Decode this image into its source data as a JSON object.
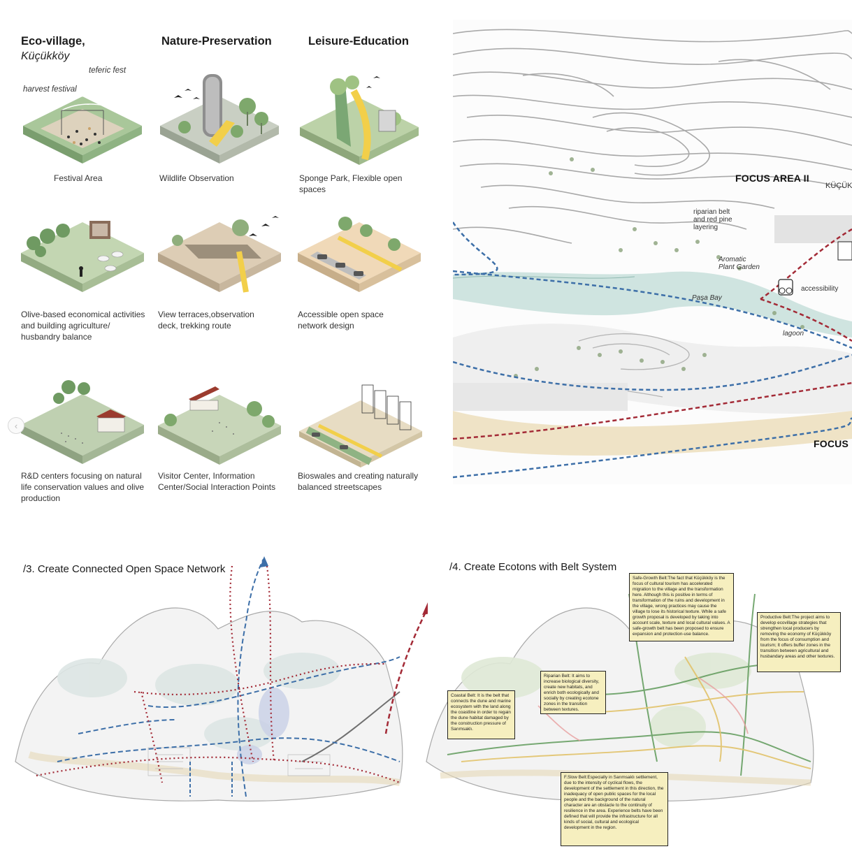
{
  "columns": {
    "eco_village": {
      "title": "Eco-village,",
      "subtitle": "Küçükköy"
    },
    "nature_preservation": {
      "title": "Nature-Preservation"
    },
    "leisure_education": {
      "title": "Leisure-Education"
    }
  },
  "float_labels": {
    "teferic_fest": "teferic fest",
    "harvest_festival": "harvest festival"
  },
  "captions": [
    "Festival Area",
    "Wildlife Observation",
    "Sponge Park, Flexible open spaces",
    "Olive-based economical activities and building agriculture/ husbandry balance",
    "View terraces,observation deck, trekking route",
    "Accessible open space network design",
    "R&D centers focusing on natural life conservation values and olive production",
    "Visitor Center, Information Center/Social Interaction Points",
    "Bioswales and creating naturally balanced streetscapes"
  ],
  "nav": {
    "prev": "‹",
    "next": "›"
  },
  "map": {
    "focus_area_2": "FOCUS AREA II",
    "kucukkoy_cut": "KÜÇÜK",
    "focus_cut": "FOCUS",
    "riparian": "riparian belt and red pine layering",
    "aromatic": "Aromatic Plant Garden",
    "pasa_bay": "Paşa Bay",
    "accessibility": "accessibility",
    "lagoon": "lagoon"
  },
  "sections": {
    "s3": "/3. Create Connected Open Space Network",
    "s4": "/4. Create Ecotons with Belt System"
  },
  "notes": {
    "safe_growth": "Safe-Growth Belt:The fact that Küçükköy is the focus of cultural tourism has accelerated migration to the village and the transformation here. Although this is positive in terms of transformation of the ruins and development in the village, wrong practices may cause the village to lose its historical texture. While a safe growth proposal is developed by taking into account scale, texture and local cultural values. A safe-growth belt has been proposed to ensure expansion and protection-use balance.",
    "productive": "Productive Belt:The project aims to develop ecovillage strategies that strengthen local producers by removing the economy of Küçükköy from the focus of consumption and tourism; It offers buffer zones in the transition between agricultural and husbandary areas and other textures.",
    "riparian": "Riparian Belt: It aims to increase biological diversity, create new habitats, and enrich both ecologically and socially by creating ecotone zones in the transition between textures.",
    "coastal": "Coastal Belt: It is the belt that connects the dune and marine ecosystem with the land along the coastline in order to regain the dune habitat damaged by the construction pressure of Sarımsaklı.",
    "slow": "F.Slow Belt:Especially in Sarımsaklı settlement, due to the intensity of cyclical flows, the development of the settlement in this direction, the inadequacy of open public spaces for the local people and the background of the natural character are an obstacle to the continuity of resilience in the area. Experience belts have been defined that will provide the infrastructure for all kinds of social, cultural and ecological development in the region."
  },
  "colors": {
    "green": "#9fbf8e",
    "dark_green": "#4e7a4a",
    "sand": "#efe3c6",
    "road": "#d8d8d8",
    "blue_path": "#3d6fa8",
    "red_path": "#a32a36",
    "note_fill": "#f6efbf",
    "water": "#cfe4e0"
  }
}
